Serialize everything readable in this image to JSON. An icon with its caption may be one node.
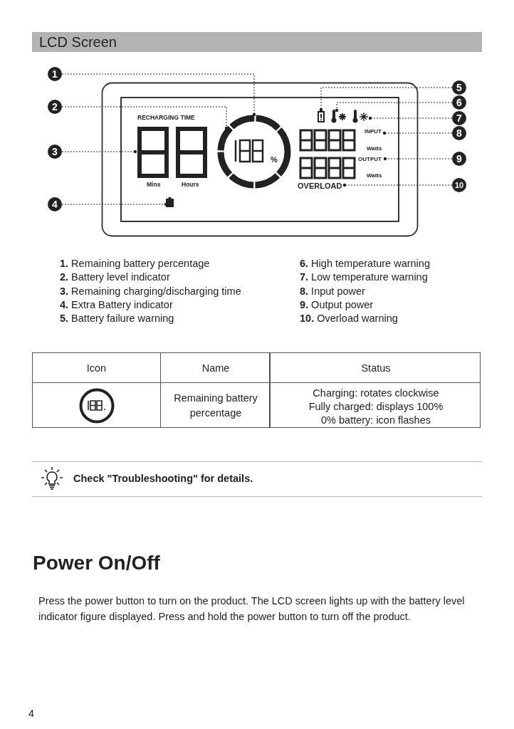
{
  "diagram": {
    "title": "LCD Screen",
    "nodes": [
      {
        "text": [
          "1"
        ]
      },
      {
        "text": [
          "2"
        ]
      },
      {
        "text": [
          "3"
        ]
      },
      {
        "text": [
          "4"
        ]
      },
      {
        "text": [
          "5"
        ]
      },
      {
        "text": [
          "6"
        ]
      },
      {
        "text": [
          "7"
        ]
      },
      {
        "text": [
          "8"
        ]
      },
      {
        "text": [
          "9"
        ]
      },
      {
        "text": [
          "10"
        ]
      },
      {
        "text": [],
        "shape": "circle"
      },
      {
        "text": [],
        "shape": "digits"
      },
      {
        "text": [],
        "shape": "battery"
      },
      {
        "text": [],
        "shape": "battery"
      },
      {
        "text": [],
        "shape": "thermometer"
      },
      {
        "text": [],
        "shape": "thermometer"
      },
      {
        "text": [
          "INPUT"
        ]
      },
      {
        "text": [
          "OUTPUT"
        ]
      },
      {
        "text": [
          "OVERLOAD"
        ]
      }
    ],
    "edges": [
      {
        "from": 0,
        "to": 10,
        "arrow": "other",
        "style": "dashed"
      },
      {
        "from": 1,
        "to": 10,
        "arrow": "other",
        "style": "dashed"
      },
      {
        "from": 2,
        "to": 11,
        "arrow": "other",
        "style": "dashed"
      },
      {
        "from": 3,
        "to": 12,
        "arrow": "other",
        "style": "dashed"
      },
      {
        "from": 4,
        "to": 13,
        "arrow": "other",
        "style": "dashed"
      },
      {
        "from": 5,
        "to": 14,
        "arrow": "other",
        "style": "dashed"
      },
      {
        "from": 6,
        "to": 15,
        "arrow": "other",
        "style": "dashed"
      },
      {
        "from": 7,
        "to": 16,
        "arrow": "other",
        "style": "dashed"
      },
      {
        "from": 8,
        "to": 17,
        "arrow": "other",
        "style": "dashed"
      },
      {
        "from": 9,
        "to": 18,
        "arrow": "other",
        "style": "dashed"
      }
    ],
    "labels": [
      "RECHARGING TIME",
      "%",
      "Mins",
      "Hours",
      "Watts",
      "Watts",
      "**1.** Remaining battery percentage",
      "**2.** Battery level indicator",
      "**3.** Remaining charging/discharging time",
      "**4.** Extra Battery indicator",
      "**5.** Battery failure warning",
      "**6.** High temperature warning",
      "**7.** Low temperature warning",
      "**8.** Input power",
      "**9.** Output power",
      "**10.** Overload warning",
      "Icon",
      "Name",
      "Status",
      "Remaining battery percentage",
      "Charging: rotates clockwise",
      "Fully charged: displays 100%",
      "0% battery: icon flashes",
      "Check \"Troubleshooting\" for details.",
      "Power On/Off",
      "Press the power button to turn on the product. The LCD screen lights up with the battery level indicator figure displayed. Press and hold the power button to turn off the product.",
      "4"
    ]
  }
}
